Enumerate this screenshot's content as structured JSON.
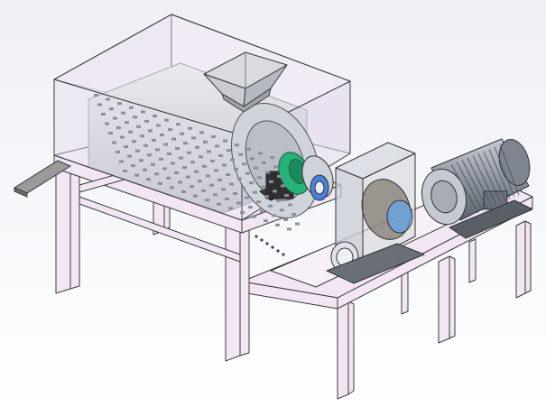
{
  "viewport": {
    "background_gradient": [
      "#eef0f6",
      "#ffffff"
    ],
    "title": ""
  },
  "colors": {
    "frame_fill": "#f3e6f4",
    "frame_stroke": "#3a3a3a",
    "housing_glass": "#e6e0ee",
    "rotor_steel": "#b8bec8",
    "coupling_green": "#27b27a",
    "bearing_dark": "#3c3c3c",
    "motor_steel": "#9aa0aa",
    "gearbox_glass": "#d0d4dc",
    "pulley_blue": "#5aa8ff",
    "chute_gray": "#8c8c8c"
  },
  "components": [
    {
      "id": "feed-hopper",
      "icon": "hopper-icon"
    },
    {
      "id": "crusher-housing",
      "icon": "housing-icon"
    },
    {
      "id": "toothed-rotor",
      "icon": "rotor-icon"
    },
    {
      "id": "discharge-chute",
      "icon": "chute-icon"
    },
    {
      "id": "bearing-seat",
      "icon": "bearing-icon"
    },
    {
      "id": "green-coupling",
      "icon": "coupling-icon"
    },
    {
      "id": "drive-shaft",
      "icon": "shaft-icon"
    },
    {
      "id": "gear-reducer",
      "icon": "gearbox-icon"
    },
    {
      "id": "electric-motor",
      "icon": "motor-icon"
    },
    {
      "id": "main-frame",
      "icon": "frame-icon"
    },
    {
      "id": "drive-frame",
      "icon": "frame-icon"
    }
  ]
}
